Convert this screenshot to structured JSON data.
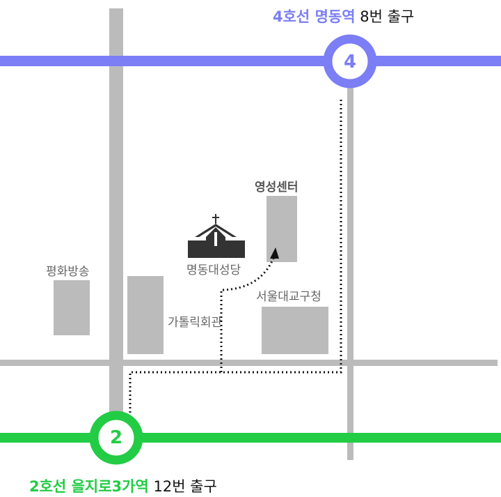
{
  "colors": {
    "line4": "#7b7ef5",
    "line2": "#22cc44",
    "road": "#bbbbbb",
    "building": "#bbbbbb"
  },
  "top_station": {
    "line_name": "4호선 명동역",
    "exit": "8번 출구",
    "badge": "4"
  },
  "bottom_station": {
    "line_name": "2호선 을지로3가역",
    "exit": "12번 출구",
    "badge": "2"
  },
  "landmarks": {
    "cathedral": "명동대성당",
    "spiritual_center": "영성센터",
    "archdiocese": "서울대교구청",
    "catholic_center": "가톨릭회관",
    "pbc": "평화방송"
  }
}
